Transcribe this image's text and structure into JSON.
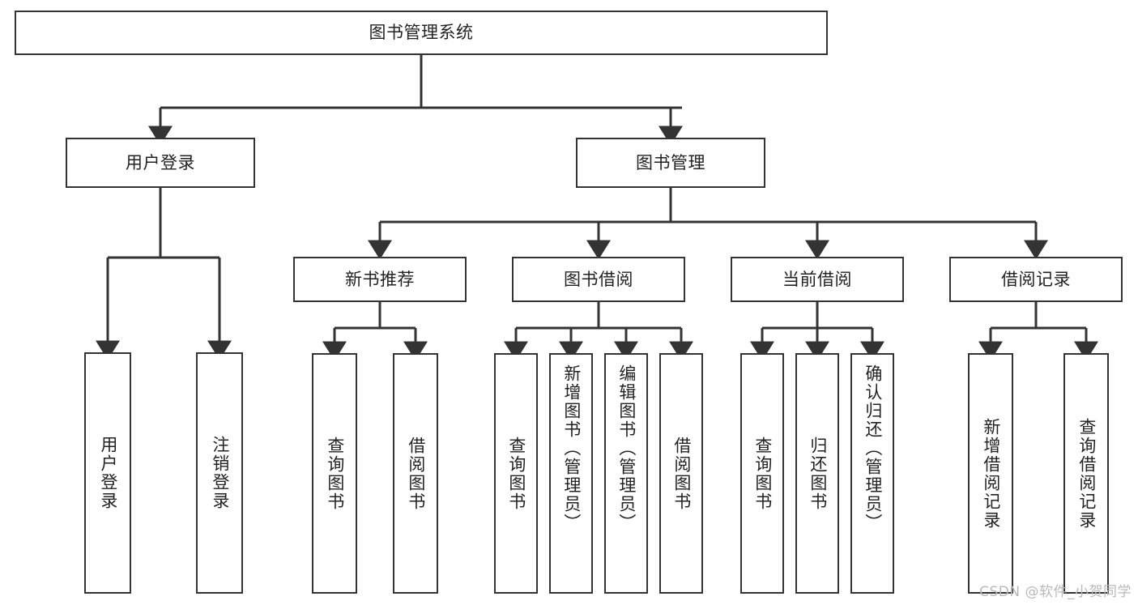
{
  "diagram": {
    "title": "图书管理系统",
    "root": {
      "label": "图书管理系统"
    },
    "level2": [
      {
        "label": "用户登录"
      },
      {
        "label": "图书管理"
      }
    ],
    "level3": [
      {
        "label": "新书推荐"
      },
      {
        "label": "图书借阅"
      },
      {
        "label": "当前借阅"
      },
      {
        "label": "借阅记录"
      }
    ],
    "leaves": {
      "user_login": [
        {
          "label": "用户登录"
        },
        {
          "label": "注销登录"
        }
      ],
      "new_book_rec": [
        {
          "label": "查询图书"
        },
        {
          "label": "借阅图书"
        }
      ],
      "book_borrow": [
        {
          "label": "查询图书"
        },
        {
          "label": "新增图书（管理员）"
        },
        {
          "label": "编辑图书（管理员）"
        },
        {
          "label": "借阅图书"
        }
      ],
      "current_borrow": [
        {
          "label": "查询图书"
        },
        {
          "label": "归还图书"
        },
        {
          "label": "确认归还（管理员）"
        }
      ],
      "borrow_record": [
        {
          "label": "新增借阅记录"
        },
        {
          "label": "查询借阅记录"
        }
      ]
    }
  },
  "watermark": {
    "text": "CSDN @软件_小贺同学"
  },
  "colors": {
    "stroke": "#333333",
    "background": "#ffffff",
    "text": "#222222",
    "watermark": "#b9b9b9"
  }
}
